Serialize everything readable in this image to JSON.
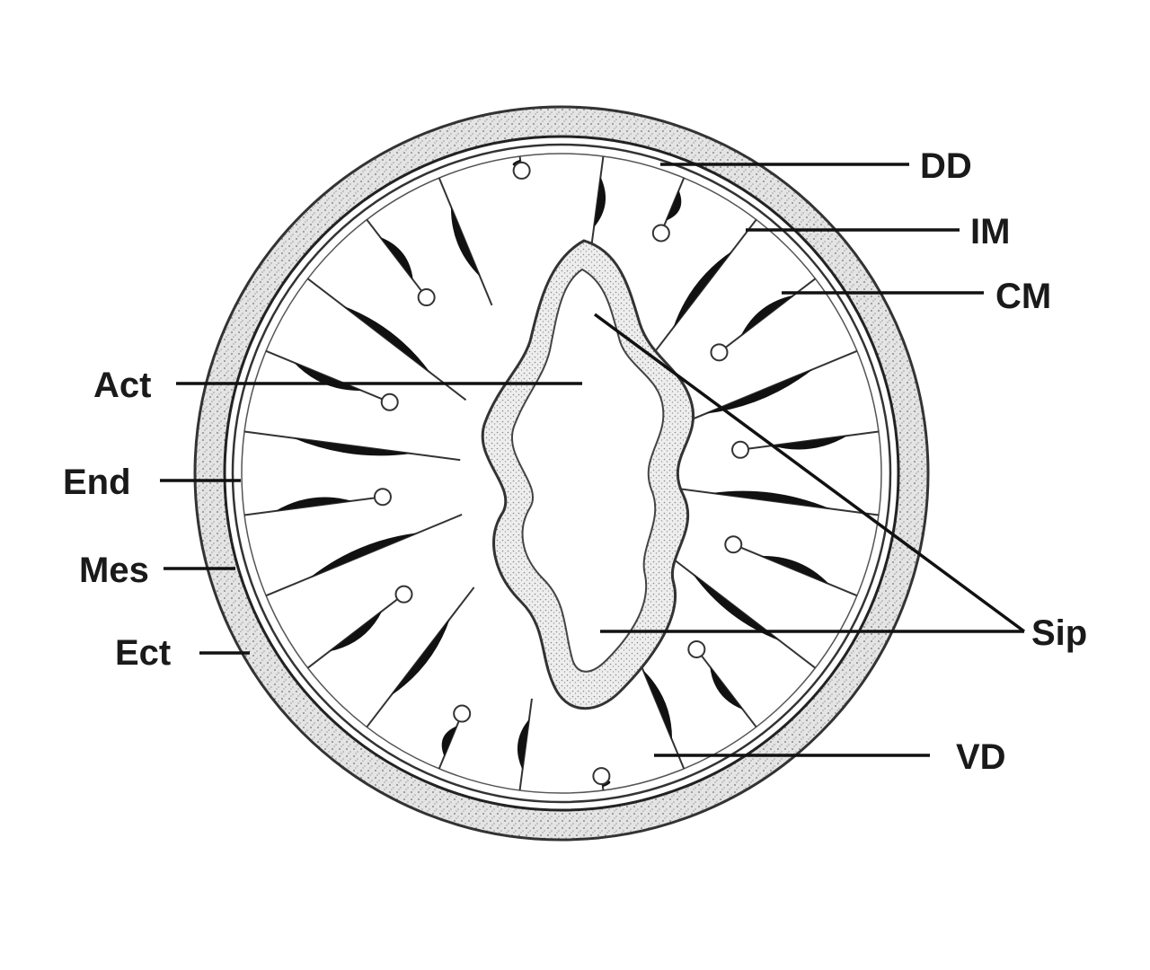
{
  "labels": {
    "dd": "DD",
    "im": "IM",
    "cm": "CM",
    "act": "Act",
    "end": "End",
    "mes": "Mes",
    "ect": "Ect",
    "sip": "Sip",
    "vd": "VD"
  },
  "colors": {
    "ink": "#1a1a1a",
    "ectoderm_fill": "#dcdcdc",
    "muscle": "#111111",
    "background": "#ffffff"
  }
}
